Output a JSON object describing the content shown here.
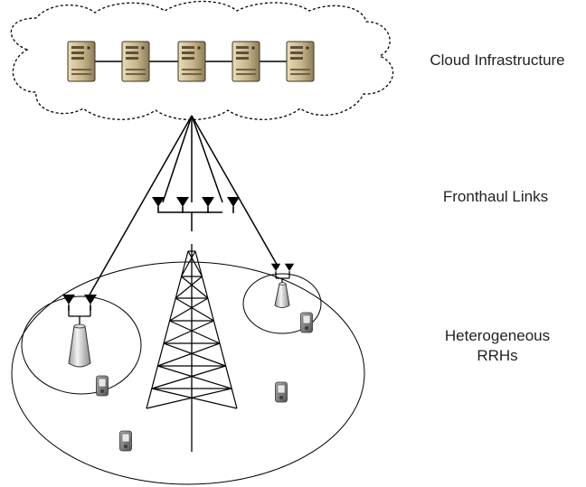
{
  "labels": {
    "cloud": "Cloud Infrastructure",
    "fronthaul": "Fronthaul Links",
    "rrh_line1": "Heterogeneous",
    "rrh_line2": "RRHs"
  },
  "colors": {
    "line": "#000000",
    "server_body": "#c7b48a",
    "server_dark": "#7d6f4f",
    "phone": "#777777",
    "small_cell": "#e2e2e2"
  },
  "icons": {
    "server": "server-icon",
    "antenna": "antenna-icon",
    "tower": "lattice-tower-icon",
    "phone": "mobile-phone-icon",
    "small_cell": "small-cell-rrh-icon"
  },
  "counts": {
    "servers": 5,
    "macro_antennas": 4,
    "phones": 4
  }
}
